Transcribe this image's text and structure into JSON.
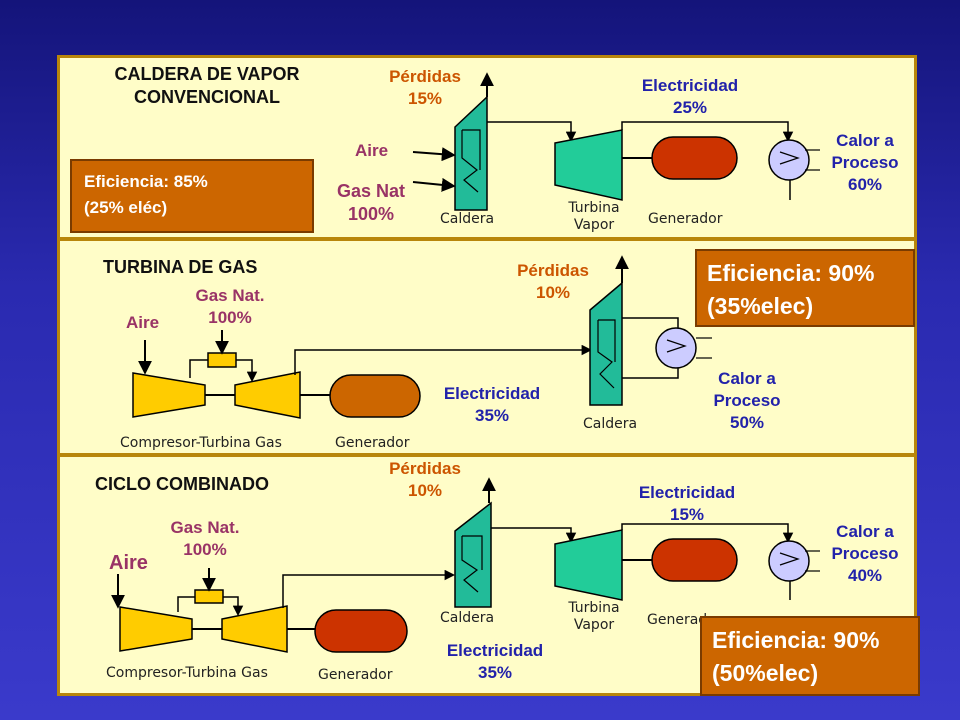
{
  "section1": {
    "title_line1": "CALDERA DE VAPOR",
    "title_line2": "CONVENCIONAL",
    "efficiency_line1": "Eficiencia: 85%",
    "efficiency_line2": "(25% eléc)",
    "losses_label": "Pérdidas",
    "losses_value": "15%",
    "air_label": "Aire",
    "gas_label": "Gas Nat",
    "gas_value": "100%",
    "electricity_label": "Electricidad",
    "electricity_value": "25%",
    "heat_label_line1": "Calor a",
    "heat_label_line2": "Proceso",
    "heat_value": "60%",
    "boiler_label": "Caldera",
    "turbine_label_line1": "Turbina",
    "turbine_label_line2": "Vapor",
    "generator_label": "Generador"
  },
  "section2": {
    "title": "TURBINA DE GAS",
    "efficiency_line1": "Eficiencia: 90%",
    "efficiency_line2": "(35%elec)",
    "gas_label": "Gas Nat.",
    "gas_value": "100%",
    "air_label": "Aire",
    "losses_label": "Pérdidas",
    "losses_value": "10%",
    "electricity_label": "Electricidad",
    "electricity_value": "35%",
    "heat_label_line1": "Calor a",
    "heat_label_line2": "Proceso",
    "heat_value": "50%",
    "compressor_label": "Compresor-Turbina Gas",
    "generator_label": "Generador",
    "boiler_label": "Caldera"
  },
  "section3": {
    "title": "CICLO COMBINADO",
    "efficiency_line1": "Eficiencia: 90%",
    "efficiency_line2": "(50%elec)",
    "losses_label": "Pérdidas",
    "losses_value": "10%",
    "gas_label": "Gas Nat.",
    "gas_value": "100%",
    "air_label": "Aire",
    "electricity_top_label": "Electricidad",
    "electricity_top_value": "15%",
    "electricity_bottom_label": "Electricidad",
    "electricity_bottom_value": "35%",
    "heat_label_line1": "Calor a",
    "heat_label_line2": "Proceso",
    "heat_value": "40%",
    "boiler_label": "Caldera",
    "turbine_label_line1": "Turbina",
    "turbine_label_line2": "Vapor",
    "generator_label_right": "Generad",
    "compressor_label": "Compresor-Turbina Gas",
    "generator_label_left": "Generador"
  },
  "colors": {
    "panel_bg": "#fffdc8",
    "panel_border": "#b8860b",
    "boiler": "#22bb99",
    "turbine_steam": "#22cc99",
    "generator_red": "#cc3300",
    "generator_orange": "#cc6600",
    "gas_turbine_yellow": "#ffcc00",
    "efficiency_box": "#cc6600",
    "heat_exchanger": "#ccccff"
  }
}
